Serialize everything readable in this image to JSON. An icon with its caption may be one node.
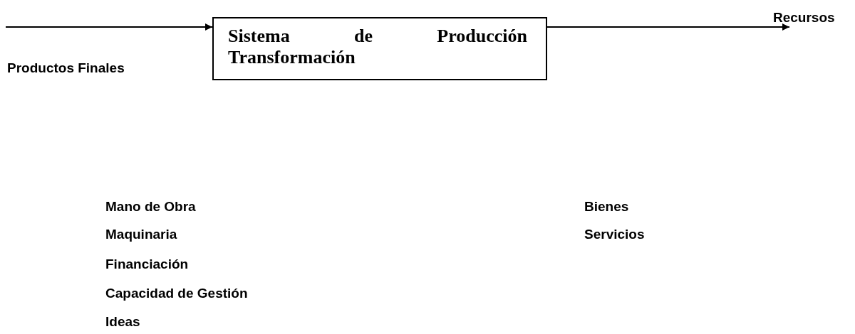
{
  "diagram": {
    "nodes": [
      {
        "text": [
          "Sistema de Producción Transformación"
        ]
      },
      {
        "text": [
          "Recursos"
        ]
      }
    ],
    "edges": [
      {
        "from": null,
        "to": 0,
        "arrow": "to"
      },
      {
        "from": 0,
        "to": 1,
        "arrow": "to"
      }
    ],
    "labels": [
      "Productos Finales",
      "Mano de Obra",
      "Bienes",
      "Maquinaria",
      "Servicios",
      "Financiación",
      "Capacidad de Gestión",
      "Ideas"
    ]
  }
}
